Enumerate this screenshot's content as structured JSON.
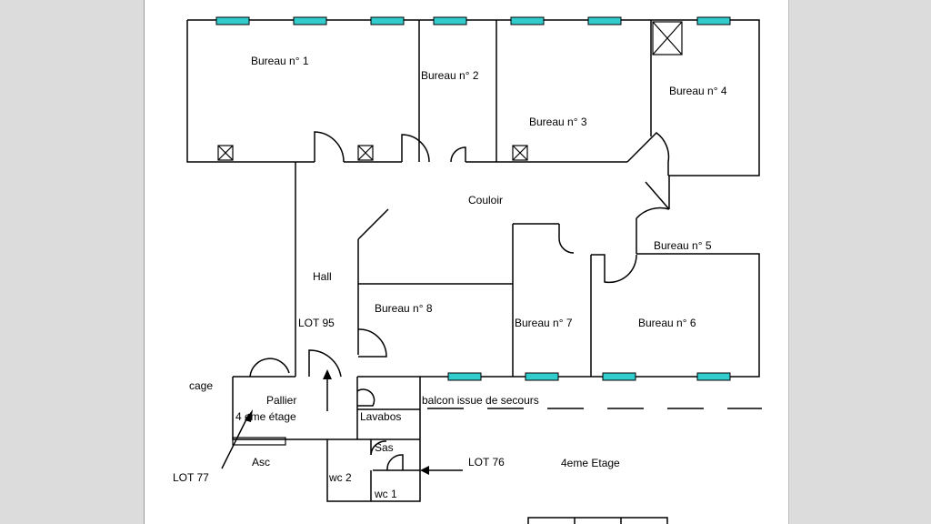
{
  "labels": {
    "bureau1": "Bureau n° 1",
    "bureau2": "Bureau n° 2",
    "bureau3": "Bureau n° 3",
    "bureau4": "Bureau n° 4",
    "bureau5": "Bureau n° 5",
    "bureau6": "Bureau n° 6",
    "bureau7": "Bureau n° 7",
    "bureau8": "Bureau n° 8",
    "couloir": "Couloir",
    "hall": "Hall",
    "lot95": "LOT 95",
    "cage": "cage",
    "pallier": "Pallier",
    "etage4": "4 eme étage",
    "balcon": "balcon issue de secours",
    "lavabos": "Lavabos",
    "sas": "Sas",
    "asc": "Asc",
    "wc2": "wc 2",
    "wc1": "wc 1",
    "lot77": "LOT 77",
    "lot76": "LOT 76",
    "etage_title": "4eme Etage"
  },
  "colors": {
    "window": "#33cccc",
    "wall": "#000000",
    "page": "#ffffff",
    "background": "#dcdcdc"
  }
}
